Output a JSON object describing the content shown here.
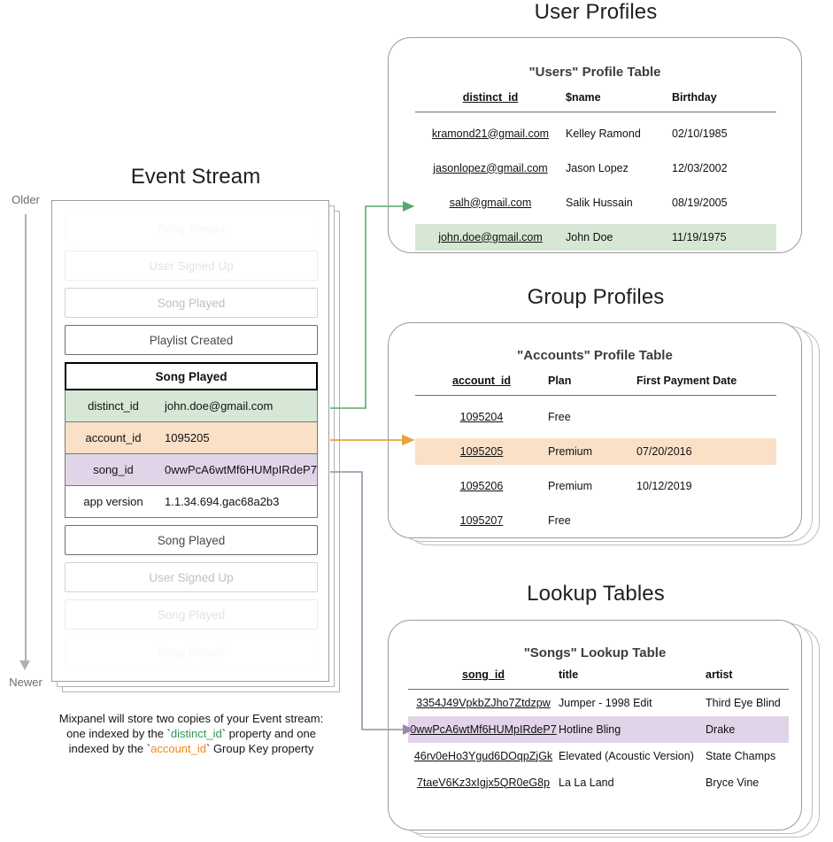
{
  "sections": {
    "event_stream_title": "Event Stream",
    "user_profiles_title": "User Profiles",
    "group_profiles_title": "Group Profiles",
    "lookup_tables_title": "Lookup Tables"
  },
  "timeline": {
    "older_label": "Older",
    "newer_label": "Newer"
  },
  "event_stream": {
    "events_above": [
      {
        "name": "Song Played",
        "fade": "fade3"
      },
      {
        "name": "User Signed Up",
        "fade": "fade2"
      },
      {
        "name": "Song Played",
        "fade": "fade1"
      },
      {
        "name": "Playlist Created",
        "fade": "solid"
      }
    ],
    "expanded_event": {
      "name": "Song Played",
      "properties": [
        {
          "key": "distinct_id",
          "value": "john.doe@gmail.com",
          "highlight": "green"
        },
        {
          "key": "account_id",
          "value": "1095205",
          "highlight": "orange"
        },
        {
          "key": "song_id",
          "value": "0wwPcA6wtMf6HUMpIRdeP7",
          "highlight": "purple"
        },
        {
          "key": "app version",
          "value": "1.1.34.694.gac68a2b3",
          "highlight": "plain"
        }
      ]
    },
    "events_below": [
      {
        "name": "Song Played",
        "fade": "solid"
      },
      {
        "name": "User Signed Up",
        "fade": "fade1"
      },
      {
        "name": "Song Played",
        "fade": "fade2"
      },
      {
        "name": "Song Played",
        "fade": "fade3"
      }
    ]
  },
  "caption": {
    "line1": "Mixpanel will store two copies of your Event stream:",
    "line2_pre": "one indexed by the `",
    "line2_token": "distinct_id",
    "line2_post": "` property and one",
    "line3_pre": "indexed by the `",
    "line3_token": "account_id",
    "line3_post": "` Group Key property"
  },
  "users_table": {
    "title": "\"Users\" Profile Table",
    "columns": [
      "distinct_id",
      "$name",
      "Birthday"
    ],
    "rows": [
      {
        "cells": [
          "kramond21@gmail.com",
          "Kelley Ramond",
          "02/10/1985"
        ],
        "highlight": "none"
      },
      {
        "cells": [
          "jasonlopez@gmail.com",
          "Jason Lopez",
          "12/03/2002"
        ],
        "highlight": "none"
      },
      {
        "cells": [
          "salh@gmail.com",
          "Salik Hussain",
          "08/19/2005"
        ],
        "highlight": "none"
      },
      {
        "cells": [
          "john.doe@gmail.com",
          "John Doe",
          "11/19/1975"
        ],
        "highlight": "green"
      }
    ]
  },
  "accounts_table": {
    "title": "\"Accounts\" Profile Table",
    "columns": [
      "account_id",
      "Plan",
      "First Payment Date"
    ],
    "rows": [
      {
        "cells": [
          "1095204",
          "Free",
          ""
        ],
        "highlight": "none"
      },
      {
        "cells": [
          "1095205",
          "Premium",
          "07/20/2016"
        ],
        "highlight": "orange"
      },
      {
        "cells": [
          "1095206",
          "Premium",
          "10/12/2019"
        ],
        "highlight": "none"
      },
      {
        "cells": [
          "1095207",
          "Free",
          ""
        ],
        "highlight": "none"
      }
    ]
  },
  "songs_table": {
    "title": "\"Songs\" Lookup Table",
    "columns": [
      "song_id",
      "title",
      "artist"
    ],
    "rows": [
      {
        "cells": [
          "3354J49VpkbZJho7Ztdzpw",
          "Jumper - 1998 Edit",
          "Third Eye Blind"
        ],
        "highlight": "none"
      },
      {
        "cells": [
          "0wwPcA6wtMf6HUMpIRdeP7",
          "Hotline Bling",
          "Drake"
        ],
        "highlight": "purple"
      },
      {
        "cells": [
          "46rv0eHo3Ygud6DOqpZjGk",
          "Elevated (Acoustic Version)",
          "State Champs"
        ],
        "highlight": "none"
      },
      {
        "cells": [
          "7taeV6Kz3xIgjx5QR0eG8p",
          "La La Land",
          "Bryce Vine"
        ],
        "highlight": "none"
      }
    ]
  },
  "colors": {
    "green": "#d6e8d5",
    "orange": "#fbe0c8",
    "purple": "#e2d4e8",
    "green_arrow": "#5aa86f",
    "orange_arrow": "#e8a33d",
    "purple_arrow": "#9e8aa8",
    "token_green": "#2e9b4f",
    "token_orange": "#f0871a"
  }
}
